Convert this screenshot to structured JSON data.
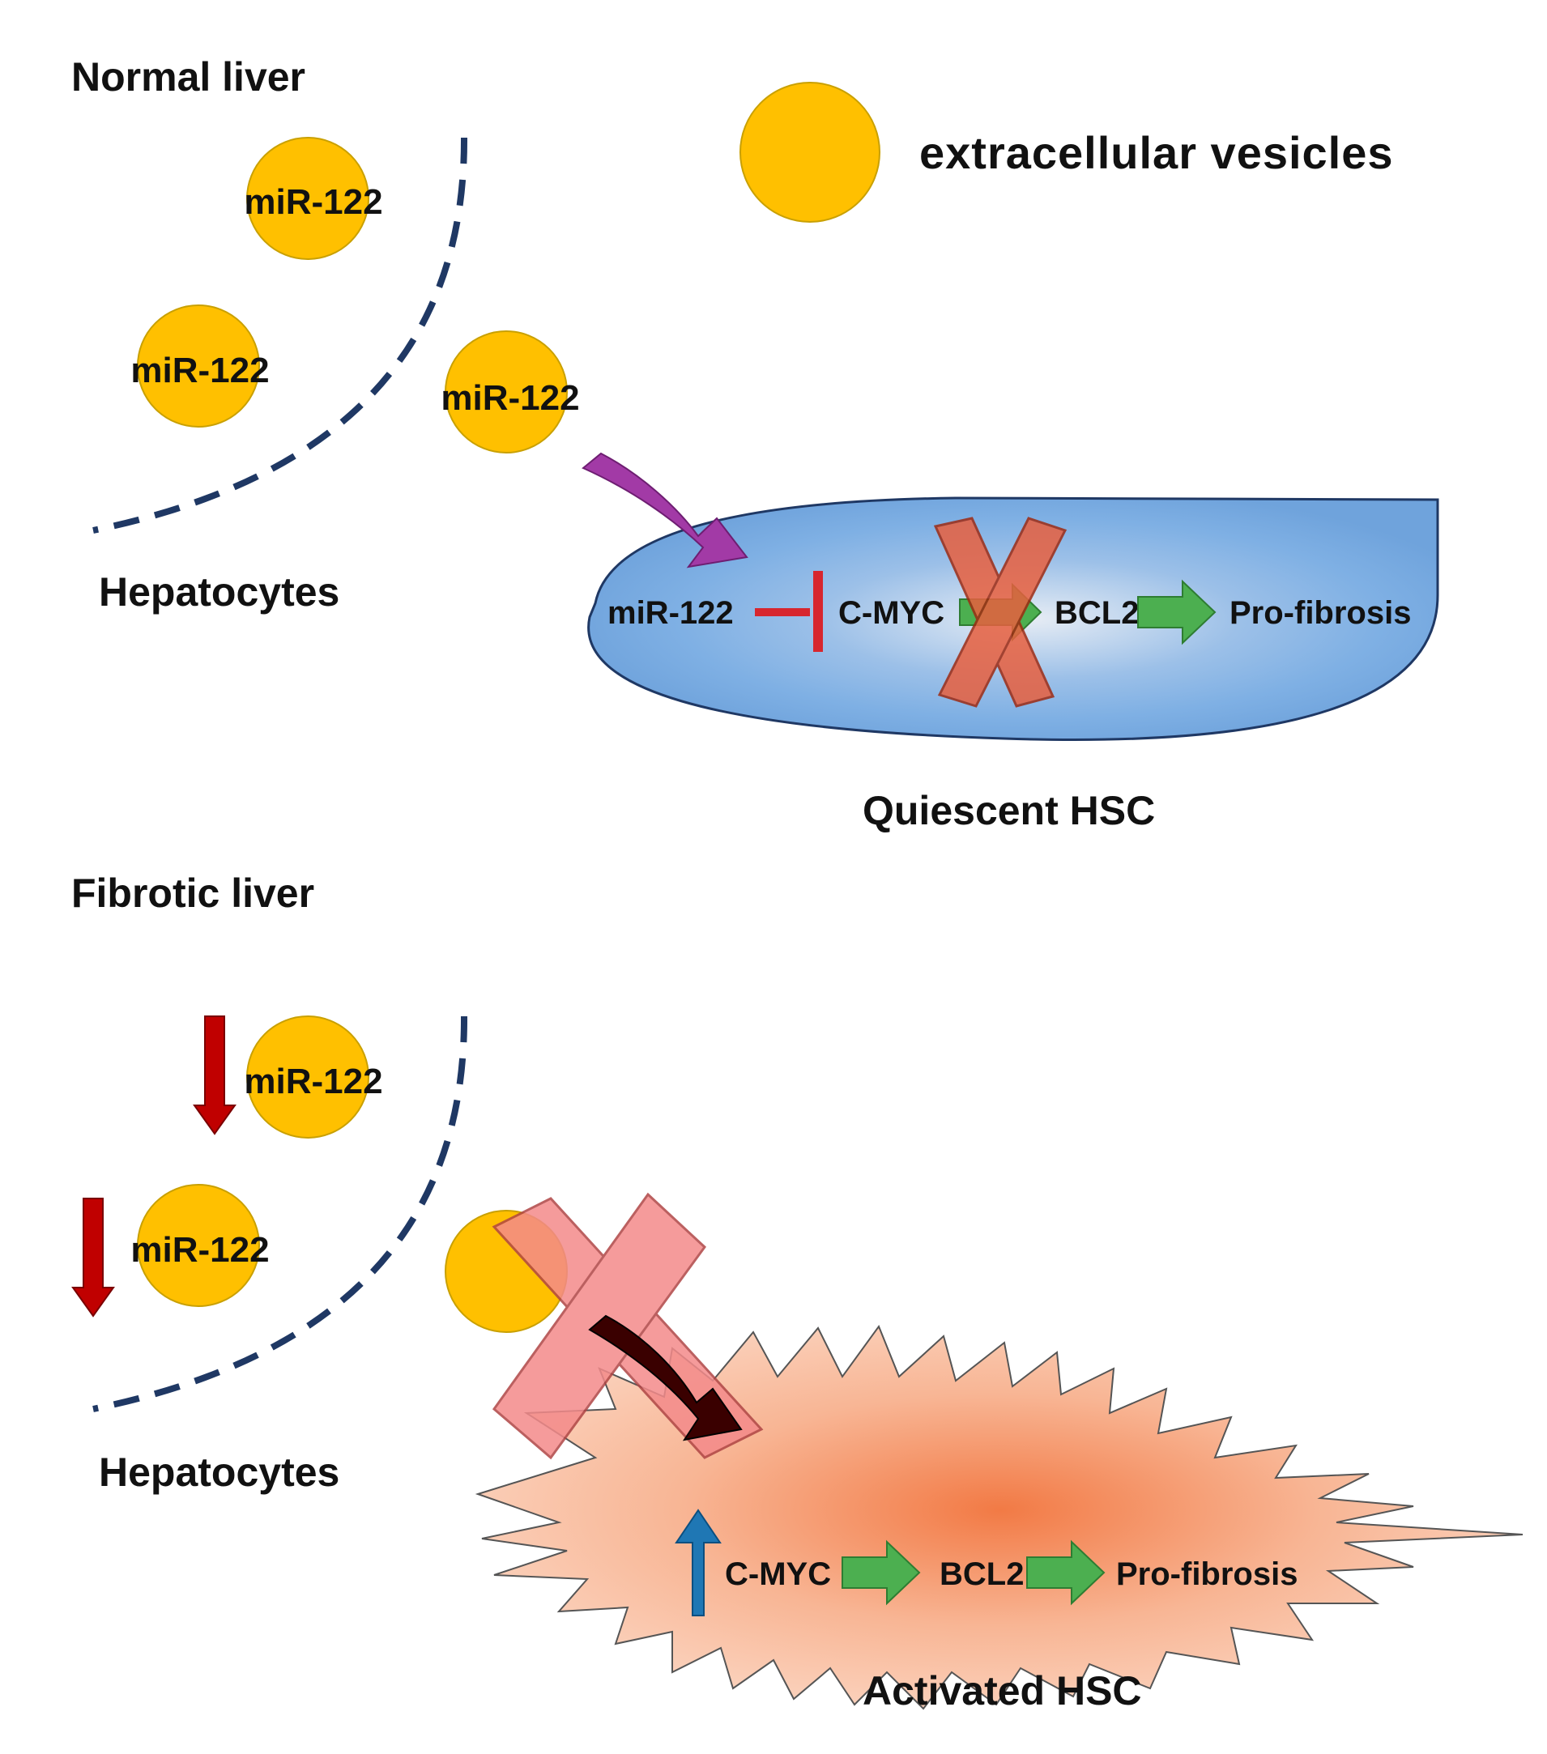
{
  "top": {
    "title": "Normal liver",
    "hepatocytes_label": "Hepatocytes",
    "vesicle_labels": [
      "miR-122",
      "miR-122",
      "miR-122"
    ],
    "hsc_label": "Quiescent HSC",
    "pathway": {
      "inhibitor": "miR-122",
      "gene1": "C-MYC",
      "gene2": "BCL2",
      "outcome": "Pro-fibrosis"
    }
  },
  "legend": {
    "vesicle_label": "extracellular vesicles"
  },
  "bottom": {
    "title": "Fibrotic liver",
    "hepatocytes_label": "Hepatocytes",
    "vesicle_labels": [
      "miR-122",
      "miR-122"
    ],
    "hsc_label": "Activated HSC",
    "pathway": {
      "gene1": "C-MYC",
      "gene2": "BCL2",
      "outcome": "Pro-fibrosis"
    }
  },
  "colors": {
    "vesicle": "#FFC000",
    "vesicle_stroke": "#C9A000",
    "membrane": "#1F3864",
    "inhibit": "#D7262E",
    "promote": "#4CAF50",
    "uptake_arrow": "#A23AA6",
    "cross": "#E8603F",
    "down_arrow": "#C00000",
    "up_arrow": "#1F77B4",
    "activated_hsc": "#F4A07A"
  }
}
